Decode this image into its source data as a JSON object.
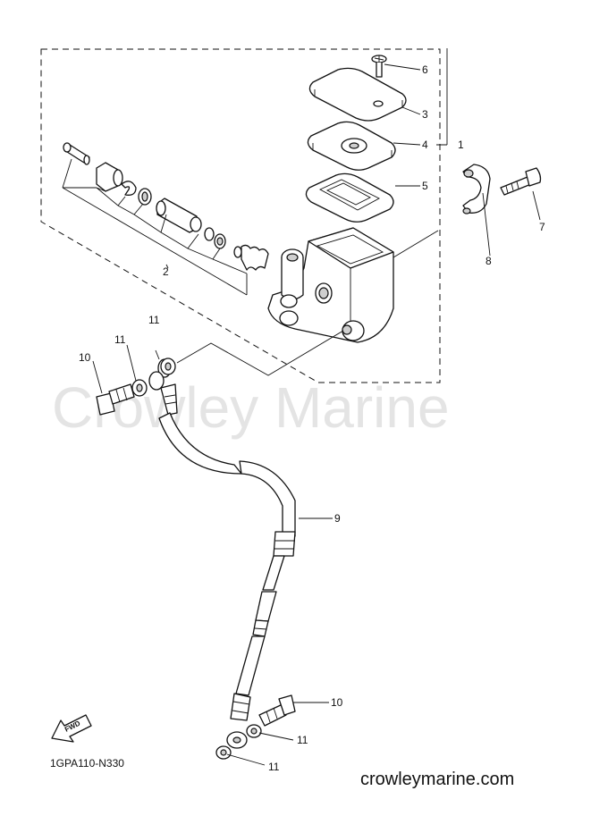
{
  "watermark": "Crowley Marine",
  "website": "crowleymarine.com",
  "diagram_code": "1GPA110-N330",
  "fwd_label": "FWD",
  "callouts": {
    "c1": "1",
    "c2": "2",
    "c3": "3",
    "c4": "4",
    "c5": "5",
    "c6": "6",
    "c7": "7",
    "c8": "8",
    "c9": "9",
    "c10a": "10",
    "c10b": "10",
    "c11a": "11",
    "c11b": "11",
    "c11c": "11",
    "c11d": "11"
  }
}
